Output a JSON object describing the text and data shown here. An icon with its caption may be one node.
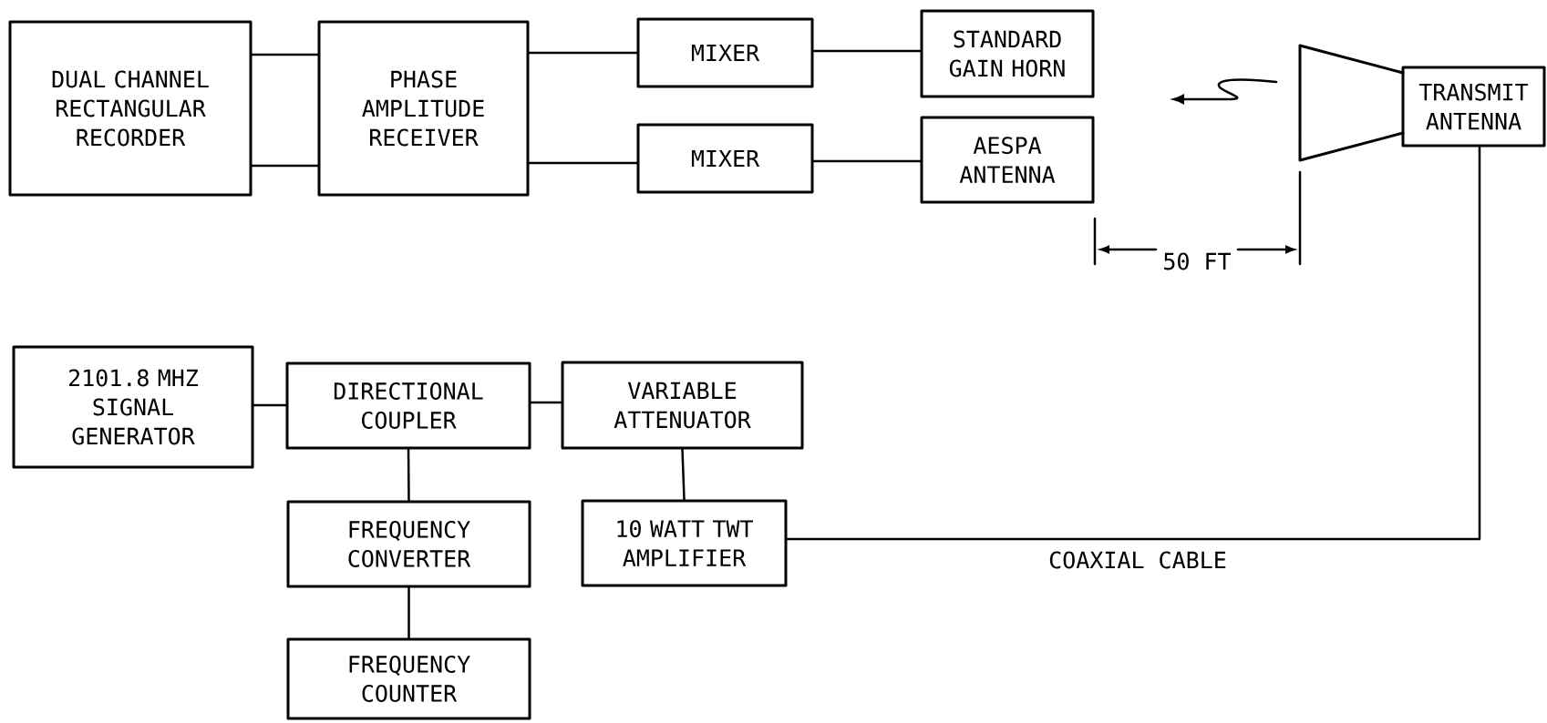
{
  "diagram": {
    "nodes": [
      {
        "text": [
          "DUAL CHANNEL RECTANGULAR RECORDER"
        ]
      },
      {
        "text": [
          "PHASE AMPLITUDE RECEIVER"
        ]
      },
      {
        "text": [
          "MIXER"
        ]
      },
      {
        "text": [
          "MIXER"
        ]
      },
      {
        "text": [
          "STANDARD GAIN HORN"
        ]
      },
      {
        "text": [
          "AESPA ANTENNA"
        ]
      },
      {
        "text": [
          "TRANSMIT ANTENNA"
        ]
      },
      {
        "text": [
          "2101.8 MHZ SIGNAL GENERATOR"
        ]
      },
      {
        "text": [
          "DIRECTIONAL COUPLER"
        ]
      },
      {
        "text": [
          "VARIABLE ATTENUATOR"
        ]
      },
      {
        "text": [
          "FREQUENCY CONVERTER"
        ]
      },
      {
        "text": [
          "10 WATT TWT AMPLIFIER"
        ]
      },
      {
        "text": [
          "FREQUENCY COUNTER"
        ]
      }
    ],
    "edges": [
      {
        "from": 0,
        "to": 1,
        "arrow": "none"
      },
      {
        "from": 0,
        "to": 1,
        "arrow": "none"
      },
      {
        "from": 1,
        "to": 2,
        "arrow": "none"
      },
      {
        "from": 1,
        "to": 3,
        "arrow": "none"
      },
      {
        "from": 2,
        "to": 4,
        "arrow": "none"
      },
      {
        "from": 3,
        "to": 5,
        "arrow": "none"
      },
      {
        "from": 7,
        "to": 8,
        "arrow": "none"
      },
      {
        "from": 8,
        "to": 9,
        "arrow": "none"
      },
      {
        "from": 8,
        "to": 10,
        "arrow": "none"
      },
      {
        "from": 10,
        "to": 12,
        "arrow": "none"
      },
      {
        "from": 9,
        "to": 11,
        "arrow": "none"
      },
      {
        "from": 11,
        "to": 6,
        "arrow": "none",
        "label": "COAXIAL CABLE"
      }
    ],
    "labels": [
      "50 FT"
    ]
  }
}
